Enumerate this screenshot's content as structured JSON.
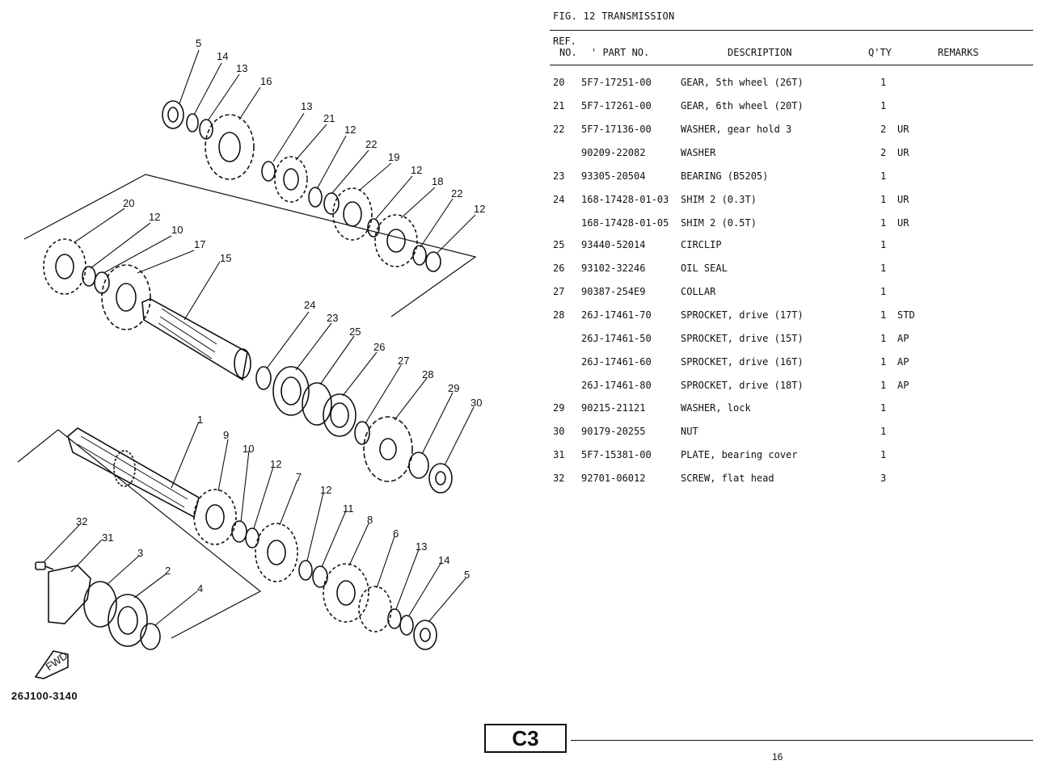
{
  "figure": {
    "title": "FIG. 12  TRANSMISSION"
  },
  "headers": {
    "ref_no_line1": "REF.",
    "ref_no_line2": "NO.",
    "part_no": "' PART NO.",
    "description": "DESCRIPTION",
    "qty": "Q'TY",
    "remarks": "REMARKS"
  },
  "parts": [
    {
      "ref": "20",
      "part_no": "5F7-17251-00",
      "description": "GEAR, 5th wheel (26T)",
      "qty": "1",
      "remarks": ""
    },
    {
      "ref": "21",
      "part_no": "5F7-17261-00",
      "description": "GEAR, 6th wheel (20T)",
      "qty": "1",
      "remarks": ""
    },
    {
      "ref": "22",
      "part_no": "5F7-17136-00",
      "description": "WASHER, gear hold 3",
      "qty": "2",
      "remarks": "UR"
    },
    {
      "ref": "",
      "part_no": "90209-22082",
      "description": "WASHER",
      "qty": "2",
      "remarks": "UR"
    },
    {
      "ref": "23",
      "part_no": "93305-20504",
      "description": "BEARING (B5205)",
      "qty": "1",
      "remarks": ""
    },
    {
      "ref": "24",
      "part_no": "168-17428-01-03",
      "description": "SHIM 2 (0.3T)",
      "qty": "1",
      "remarks": "UR"
    },
    {
      "ref": "",
      "part_no": "168-17428-01-05",
      "description": "SHIM 2 (0.5T)",
      "qty": "1",
      "remarks": "UR"
    },
    {
      "ref": "25",
      "part_no": "93440-52014",
      "description": "CIRCLIP",
      "qty": "1",
      "remarks": ""
    },
    {
      "ref": "26",
      "part_no": "93102-32246",
      "description": "OIL SEAL",
      "qty": "1",
      "remarks": ""
    },
    {
      "ref": "27",
      "part_no": "90387-254E9",
      "description": "COLLAR",
      "qty": "1",
      "remarks": ""
    },
    {
      "ref": "28",
      "part_no": "26J-17461-70",
      "description": "SPROCKET, drive (17T)",
      "qty": "1",
      "remarks": "STD"
    },
    {
      "ref": "",
      "part_no": "26J-17461-50",
      "description": "SPROCKET, drive (15T)",
      "qty": "1",
      "remarks": "AP"
    },
    {
      "ref": "",
      "part_no": "26J-17461-60",
      "description": "SPROCKET, drive (16T)",
      "qty": "1",
      "remarks": "AP"
    },
    {
      "ref": "",
      "part_no": "26J-17461-80",
      "description": "SPROCKET, drive (18T)",
      "qty": "1",
      "remarks": "AP"
    },
    {
      "ref": "29",
      "part_no": "90215-21121",
      "description": "WASHER, lock",
      "qty": "1",
      "remarks": ""
    },
    {
      "ref": "30",
      "part_no": "90179-20255",
      "description": "NUT",
      "qty": "1",
      "remarks": ""
    },
    {
      "ref": "31",
      "part_no": "5F7-15381-00",
      "description": "PLATE, bearing cover",
      "qty": "1",
      "remarks": ""
    },
    {
      "ref": "32",
      "part_no": "92701-06012",
      "description": "SCREW, flat head",
      "qty": "3",
      "remarks": ""
    }
  ],
  "diagram": {
    "callouts": {
      "top_5": "5",
      "top_14": "14",
      "top_13a": "13",
      "top_16": "16",
      "top_13b": "13",
      "top_21": "21",
      "top_12a": "12",
      "top_22a": "22",
      "top_19": "19",
      "top_12b": "12",
      "top_18": "18",
      "top_22b": "22",
      "top_12c": "12",
      "mid_20": "20",
      "mid_12": "12",
      "mid_10": "10",
      "mid_17": "17",
      "mid_15": "15",
      "mid_24": "24",
      "mid_23": "23",
      "mid_25": "25",
      "mid_26": "26",
      "mid_27": "27",
      "mid_28": "28",
      "mid_29": "29",
      "mid_30": "30",
      "low_1": "1",
      "low_9": "9",
      "low_10": "10",
      "low_12a": "12",
      "low_7": "7",
      "low_12b": "12",
      "low_11": "11",
      "low_8": "8",
      "low_6": "6",
      "low_13": "13",
      "low_14": "14",
      "low_5": "5",
      "bot_32": "32",
      "bot_31": "31",
      "bot_3": "3",
      "bot_2": "2",
      "bot_4": "4"
    },
    "fwd_mark": "FWD",
    "drawing_id": "26J100-3140"
  },
  "footer": {
    "section_badge": "C3",
    "page_number": "16"
  }
}
